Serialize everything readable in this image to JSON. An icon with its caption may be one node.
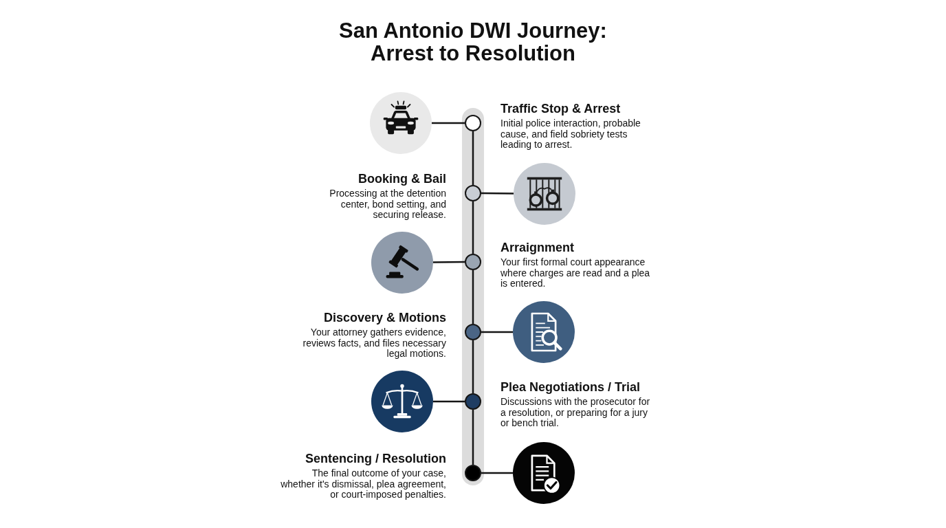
{
  "diagram": {
    "title": "San Antonio DWI Journey: Arrest to Resolution",
    "nodes": [
      {
        "text": [],
        "shape": "picture"
      },
      {
        "text": [],
        "shape": "circle",
        "beside": [
          "Traffic Stop & Arrest",
          "Initial police interaction, probable cause, and field sobriety tests leading to arrest."
        ]
      },
      {
        "text": [],
        "shape": "circle",
        "beside": [
          "Booking & Bail",
          "Processing at the detention center, bond setting, and securing release."
        ]
      },
      {
        "text": [],
        "shape": "picture"
      },
      {
        "text": [],
        "shape": "picture"
      },
      {
        "text": [],
        "shape": "circle",
        "beside": [
          "Arraignment",
          "Your first formal court appearance where charges are read and a plea is entered."
        ]
      },
      {
        "text": [],
        "shape": "circle",
        "beside": [
          "Discovery & Motions",
          "Your attorney gathers evidence, reviews facts, and files necessary legal motions."
        ]
      },
      {
        "text": [],
        "shape": "picture"
      },
      {
        "text": [],
        "shape": "picture"
      },
      {
        "text": [],
        "shape": "circle",
        "beside": [
          "Plea Negotiations / Trial",
          "Discussions with the prosecutor for a resolution, or preparing for a jury or bench trial."
        ]
      },
      {
        "text": [],
        "shape": "circle",
        "beside": [
          "Sentencing / Resolution",
          "The final outcome of your case, whether it's dismissal, plea agreement, or court-imposed penalties."
        ]
      },
      {
        "text": [],
        "shape": "picture"
      }
    ],
    "edges": [
      {
        "from": 0,
        "to": 1,
        "arrow": "none"
      },
      {
        "from": 1,
        "to": 2,
        "arrow": "none"
      },
      {
        "from": 2,
        "to": 3,
        "arrow": "none"
      },
      {
        "from": 2,
        "to": 5,
        "arrow": "none"
      },
      {
        "from": 4,
        "to": 5,
        "arrow": "none"
      },
      {
        "from": 5,
        "to": 6,
        "arrow": "none"
      },
      {
        "from": 6,
        "to": 7,
        "arrow": "none"
      },
      {
        "from": 6,
        "to": 9,
        "arrow": "none"
      },
      {
        "from": 8,
        "to": 9,
        "arrow": "none"
      },
      {
        "from": 9,
        "to": 10,
        "arrow": "none"
      },
      {
        "from": 10,
        "to": 11,
        "arrow": "none"
      }
    ]
  }
}
